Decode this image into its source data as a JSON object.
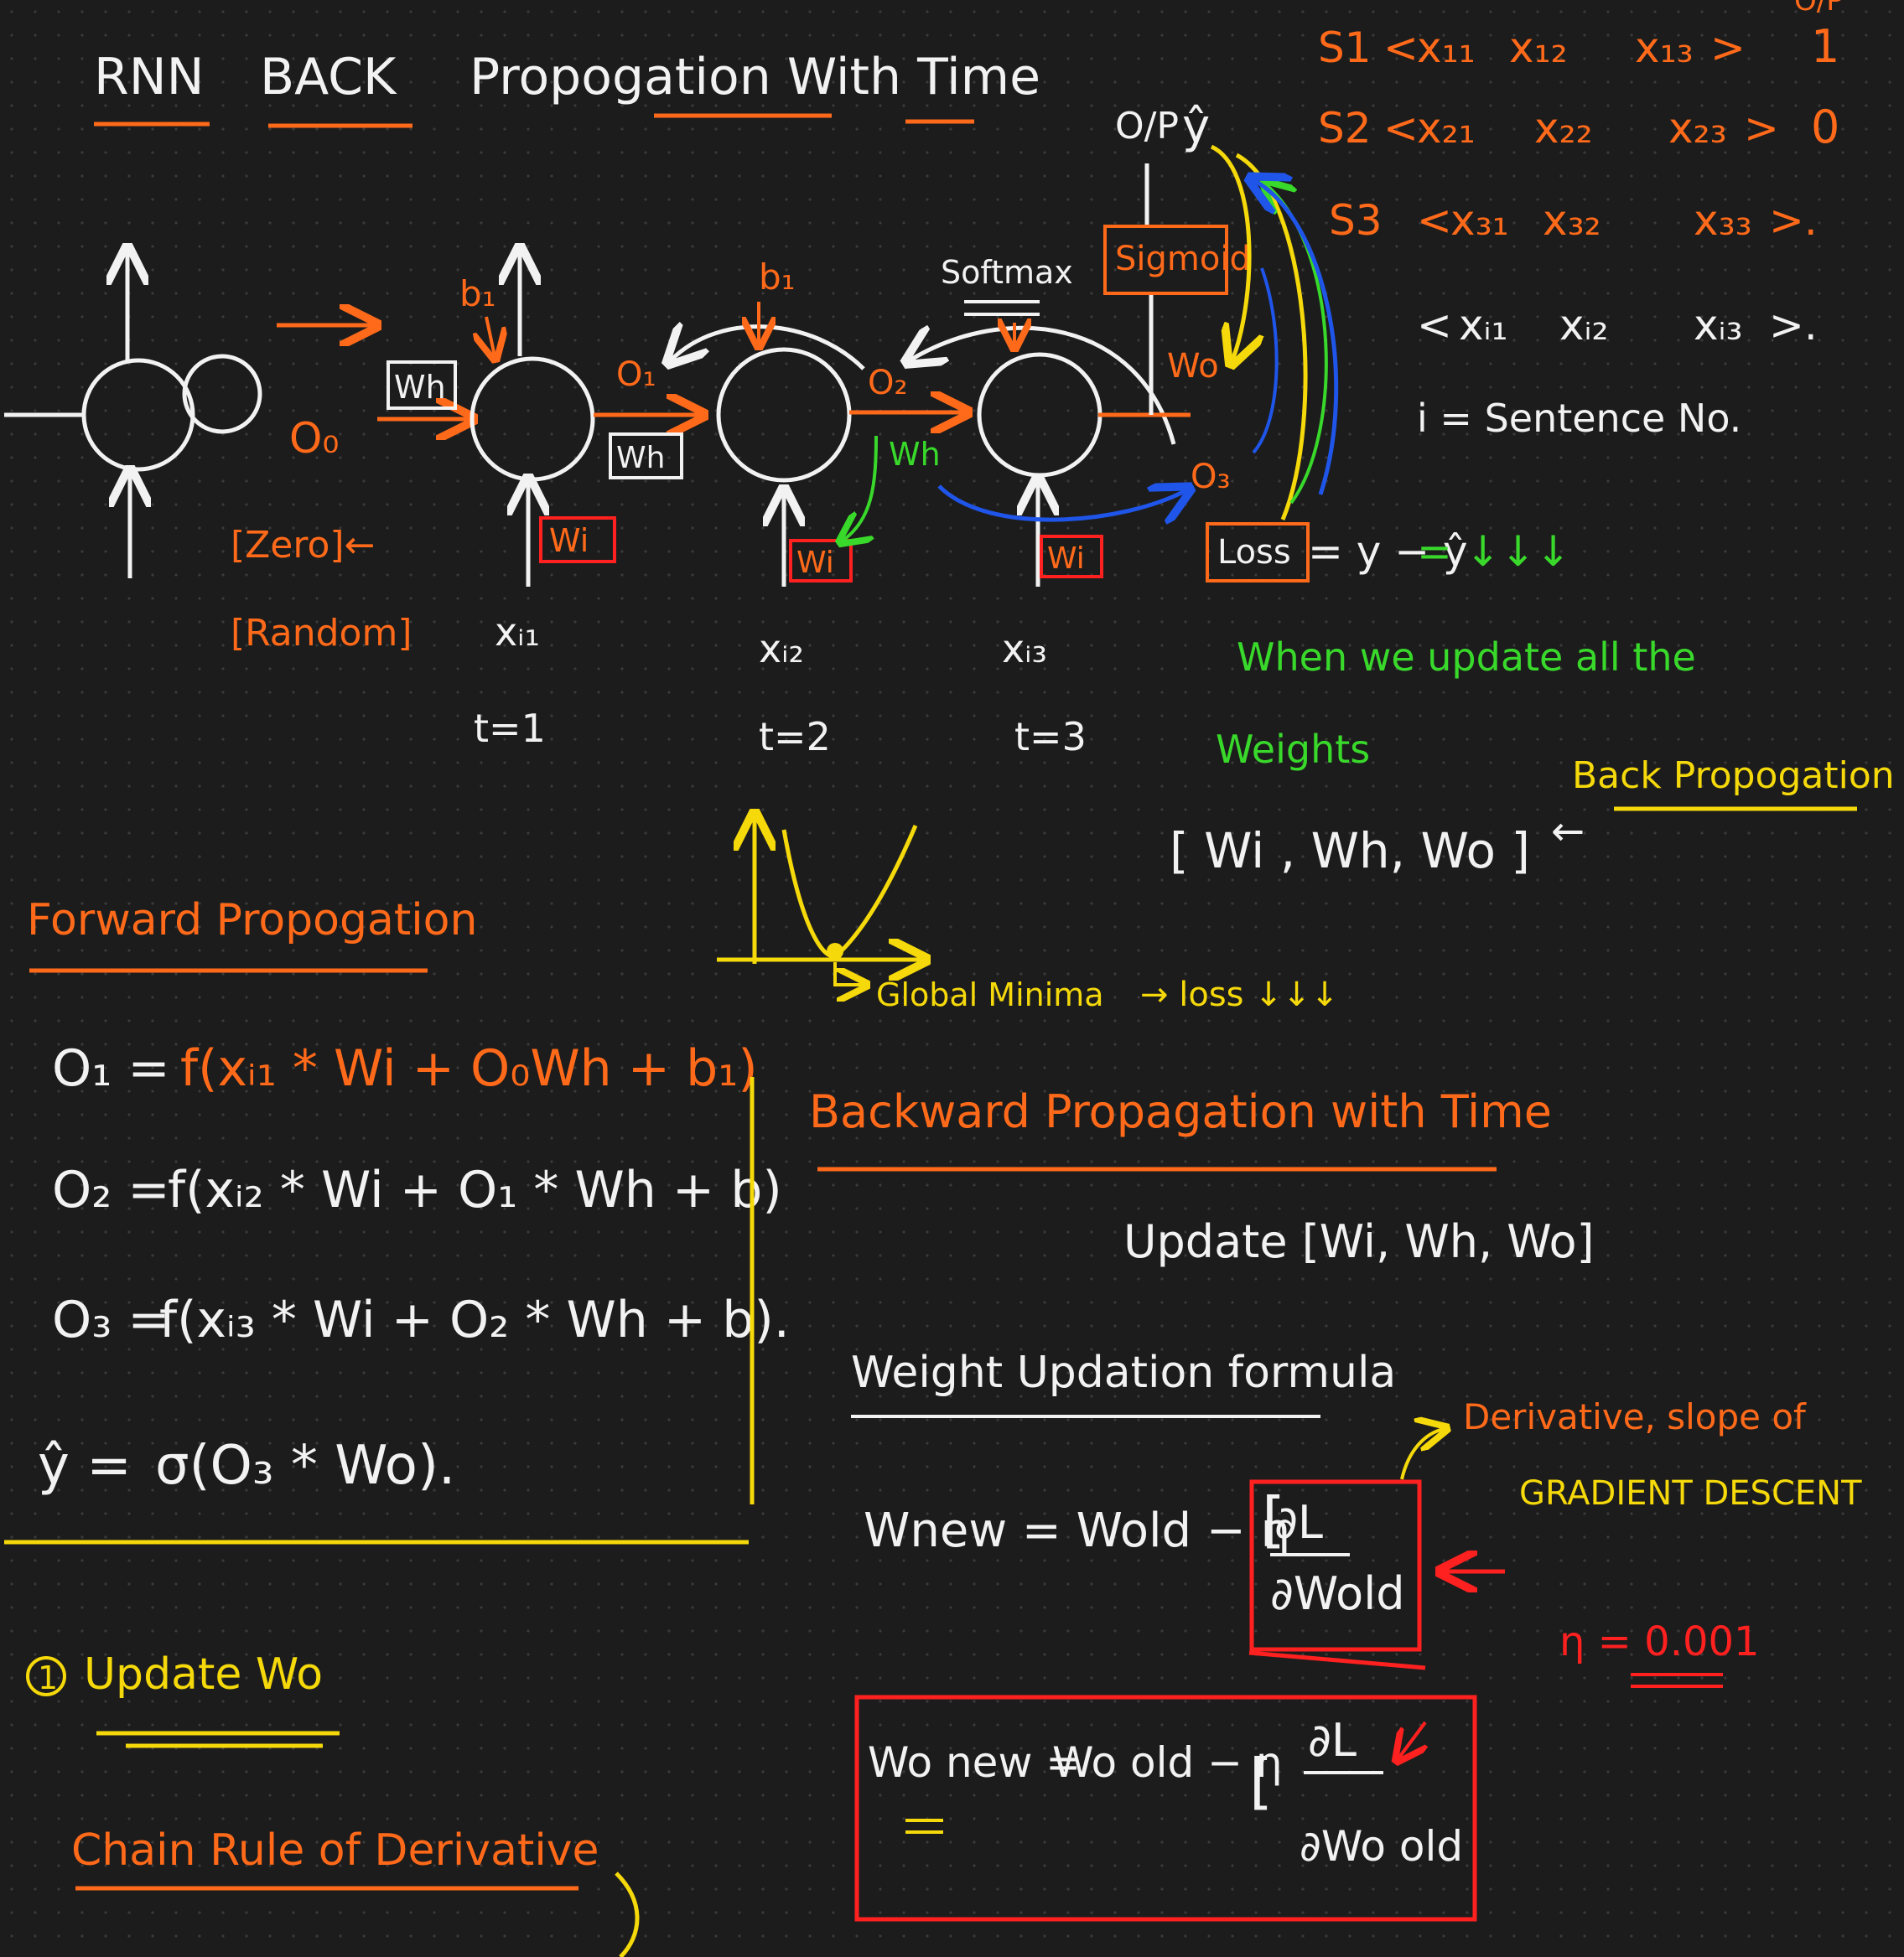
{
  "title": {
    "rnn": "RNN",
    "back": "BACK",
    "rest": "Propogation With Time"
  },
  "dataset": {
    "op_header": "O/P",
    "rows": [
      {
        "label": "S1",
        "x": [
          "x₁₁",
          "x₁₂",
          "x₁₃"
        ],
        "y": "1"
      },
      {
        "label": "S2",
        "x": [
          "x₂₁",
          "x₂₂",
          "x₂₃"
        ],
        "y": "0"
      },
      {
        "label": "S3",
        "x": [
          "x₃₁",
          "x₃₂",
          "x₃₃"
        ],
        "y": ""
      }
    ],
    "general": [
      "xᵢ₁",
      "xᵢ₂",
      "xᵢ₃"
    ],
    "note": "i = Sentence No."
  },
  "rnn": {
    "o0": "O₀",
    "init": [
      "[Zero]←",
      "[Random]"
    ],
    "wh": "Wh",
    "wi": "Wi",
    "wo": "Wo",
    "b1": "b₁",
    "b": "b₁",
    "o1": "O₁",
    "o2": "O₂",
    "o3": "O₃",
    "softmax": "Softmax",
    "sigmoid": "Sigmoid",
    "op": "O/P",
    "yhat": "ŷ",
    "inputs": [
      "xᵢ₁",
      "xᵢ₂",
      "xᵢ₃"
    ],
    "times": [
      "t=1",
      "t=2",
      "t=3"
    ]
  },
  "loss": {
    "box": "Loss",
    "expr": "= y − ŷ",
    "arrows": "= ↓↓↓",
    "line1": "When  we   update all the",
    "line2": "Weights",
    "weights": "[ Wi , Wh, Wo ]",
    "back_label": "Back Propogation"
  },
  "gradient_curve": {
    "label": "Global Minima",
    "arrow_text": "→ loss ↓↓↓"
  },
  "forward": {
    "heading": "Forward Propogation",
    "eq": [
      {
        "lhs": "O₁ =",
        "rhs": "f(xᵢ₁ * Wi + O₀Wh + b₁)"
      },
      {
        "lhs": "O₂ =",
        "rhs": "f(xᵢ₂ * Wi + O₁ * Wh + b)"
      },
      {
        "lhs": "O₃ =",
        "rhs": "f(xᵢ₃ * Wi + O₂ * Wh + b)."
      },
      {
        "lhs": "ŷ =",
        "rhs": "σ(O₃ * Wo)."
      }
    ]
  },
  "backward": {
    "heading": "Backward Propagation with Time",
    "update": "Update [Wi, Wh, Wo]",
    "formula_heading": "Weight Updation formula",
    "wnew": "Wnew = Wold − η",
    "frac_num": "∂L",
    "frac_den": "∂Wold",
    "deriv_note1": "Derivative, slope of",
    "deriv_note2": "GRADIENT DESCENT",
    "eta": "η = 0.001",
    "wo_lhs": "Wo new =",
    "wo_mid": "Wo old − η",
    "wo_num": "∂L",
    "wo_den": "∂Wo old"
  },
  "update_wo": {
    "step": "1",
    "label": "Update  Wo",
    "chain": "Chain Rule of Derivative"
  },
  "colors": {
    "white": "#f2f2f2",
    "orange": "#ff6a1a",
    "yellow": "#f5d90a",
    "green": "#39d92b",
    "blue": "#1f55e8",
    "red": "#ff2020",
    "background": "#1c1c1c"
  }
}
